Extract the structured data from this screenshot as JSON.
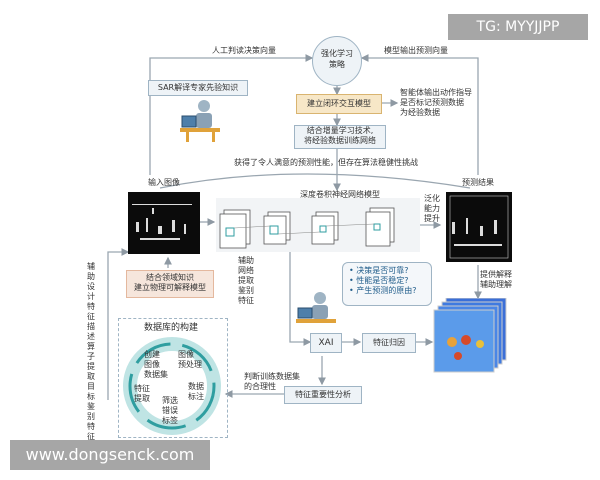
{
  "watermark_tg": "TG: MYYJJPP",
  "watermark_site": "www.dongsenck.com",
  "top": {
    "hub": [
      "强化学习",
      "策略"
    ],
    "arrow_left_label": "人工判读决策向量",
    "arrow_right_label": "模型输出预测向量",
    "sar_box": "SAR解译专家先验知识",
    "loop_box": "建立闭环交互模型",
    "guide_text": [
      "智能体输出动作指导",
      "是否标记预测数据",
      "为经验数据"
    ],
    "incremental_box": [
      "结合增量学习技术,",
      "将经验数据训练网络"
    ],
    "challenge": "获得了令人满意的预测性能，但存在算法稳健性挑战"
  },
  "middle": {
    "input_label": "输入图像",
    "output_label": "预测结果",
    "cnn_label": "深度卷积神经网络模型",
    "generalize": [
      "泛化",
      "能力",
      "提升"
    ],
    "assist_net": [
      "辅助",
      "网络",
      "提取",
      "鉴别",
      "特征"
    ],
    "left_vertical": [
      "辅助",
      "设计",
      "特征",
      "描述",
      "算子",
      "提取",
      "目标",
      "鉴别",
      "特征"
    ],
    "domain_box": [
      "结合领域知识",
      "建立物理可解释模型"
    ]
  },
  "xai": {
    "questions": [
      "• 决策是否可靠?",
      "• 性能是否稳定?",
      "• 产生预测的原由?"
    ],
    "xai_label": "XAI",
    "attribution": "特征归因",
    "explain": [
      "提供解释",
      "辅助理解"
    ],
    "importance": "特征重要性分析",
    "judge": [
      "判断训练数据集",
      "的合理性"
    ]
  },
  "database": {
    "title": "数据库的构建",
    "steps": [
      [
        "创建",
        "图像",
        "数据集"
      ],
      [
        "图像",
        "预处理"
      ],
      [
        "数据",
        "标注"
      ],
      [
        "筛选",
        "错误",
        "标签"
      ],
      [
        "特征",
        "提取"
      ]
    ]
  },
  "colors": {
    "box_fill": "#eef3f7",
    "box_border": "#9fb4c4",
    "cycle_teal": "#2f9ea0",
    "cycle_light": "#bfe4e4",
    "orange_box": "#f6e6dc",
    "arrow_gray": "#8e99a3"
  }
}
